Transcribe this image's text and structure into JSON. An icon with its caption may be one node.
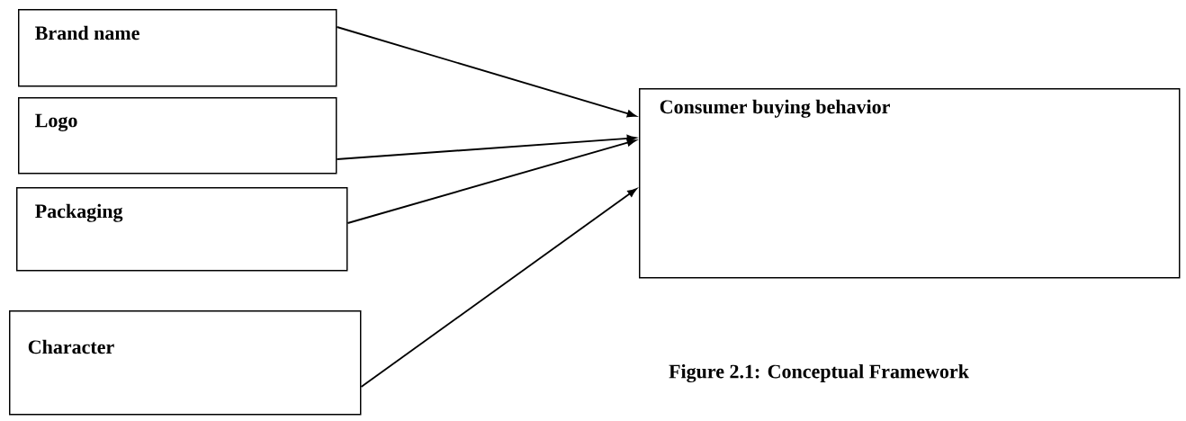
{
  "diagram": {
    "caption": "Figure 2.1: Conceptual Framework",
    "nodes": [
      {
        "text": [
          "Brand name"
        ]
      },
      {
        "text": [
          "Logo"
        ]
      },
      {
        "text": [
          "Packaging"
        ]
      },
      {
        "text": [
          "Character"
        ]
      },
      {
        "text": [
          "Consumer buying behavior"
        ]
      }
    ],
    "edges": [
      {
        "from": 0,
        "to": 4,
        "arrow": "to"
      },
      {
        "from": 1,
        "to": 4,
        "arrow": "to"
      },
      {
        "from": 2,
        "to": 4,
        "arrow": "to"
      },
      {
        "from": 3,
        "to": 4,
        "arrow": "to"
      }
    ]
  }
}
